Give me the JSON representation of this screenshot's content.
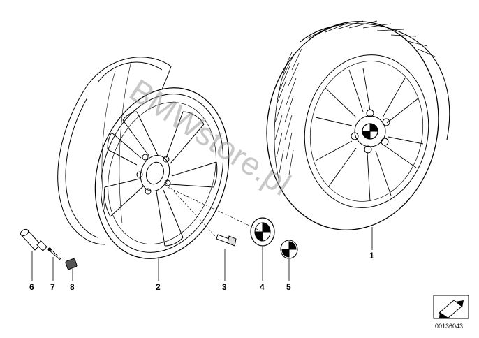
{
  "watermark": "BMWstore.pl",
  "reference_code": "00136043",
  "callouts": [
    "1",
    "2",
    "3",
    "4",
    "5",
    "6",
    "7",
    "8"
  ],
  "parts": {
    "tire_wheel_assembly": "1",
    "rim": "2",
    "wheel_bolt": "3",
    "center_hub_cap": "4",
    "emblem": "5",
    "valve": "6",
    "valve_insert": "7",
    "valve_cap": "8"
  },
  "icon": "arrow-navigation-icon"
}
